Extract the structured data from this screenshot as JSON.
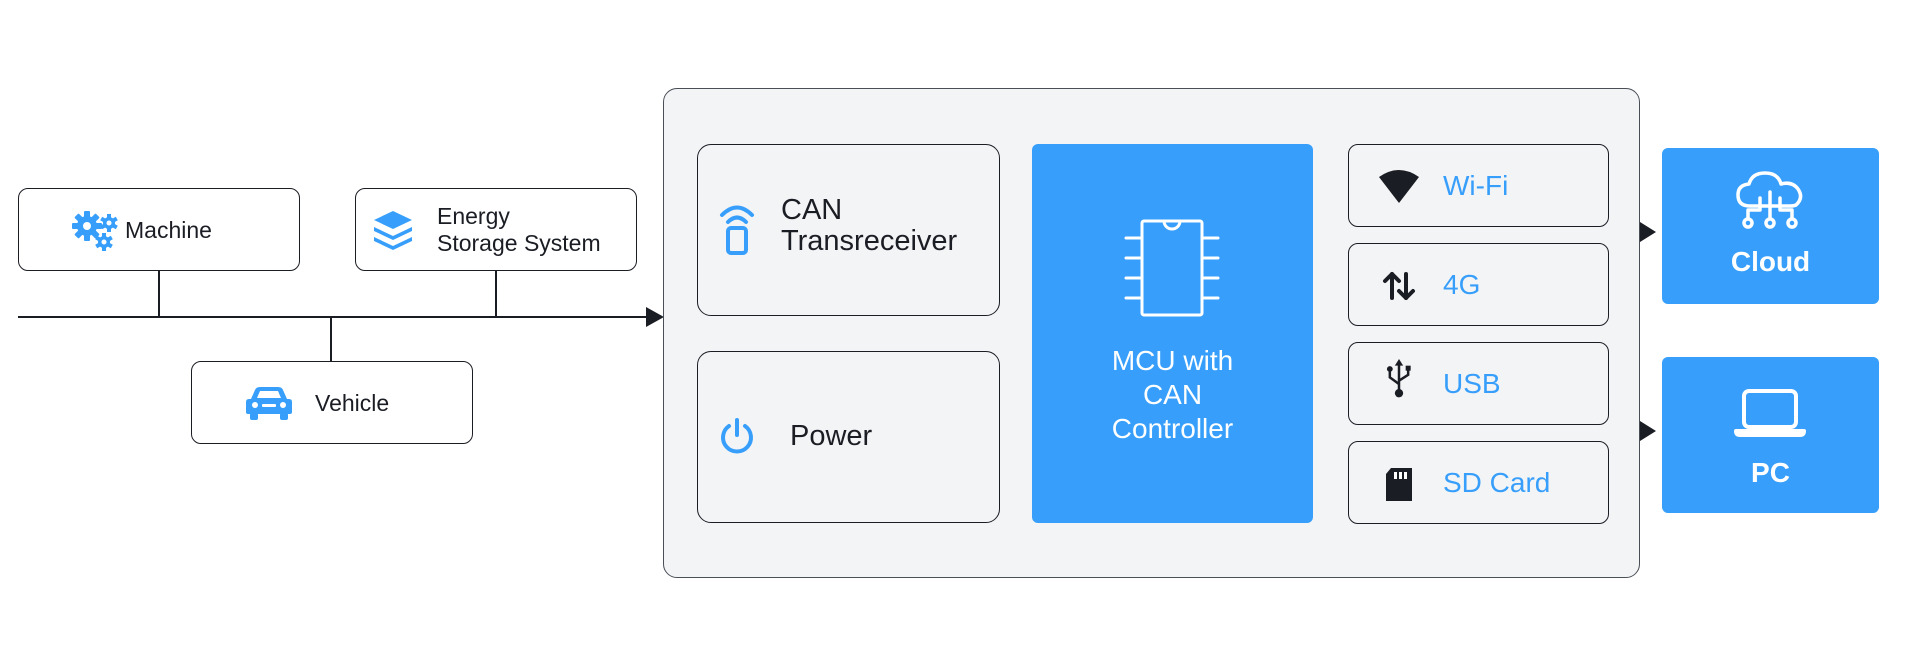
{
  "sources": {
    "machine": "Machine",
    "energy_line1": "Energy",
    "energy_line2": "Storage System",
    "vehicle": "Vehicle"
  },
  "device": {
    "can_line1": "CAN",
    "can_line2": "Transreceiver",
    "power": "Power",
    "mcu": "MCU with\nCAN\nController"
  },
  "interfaces": {
    "wifi": "Wi-Fi",
    "g4": "4G",
    "usb": "USB",
    "sd": "SD Card"
  },
  "destinations": {
    "cloud": "Cloud",
    "pc": "PC"
  },
  "colors": {
    "accent": "#379ffb",
    "panel": "#f3f4f6",
    "stroke": "#1b1d24"
  },
  "icons": {
    "machine": "gears-icon",
    "energy": "layers-icon",
    "vehicle": "car-icon",
    "can": "wireless-transceiver-icon",
    "power": "power-icon",
    "mcu": "chip-icon",
    "wifi": "wifi-icon",
    "g4": "up-down-arrows-icon",
    "usb": "usb-icon",
    "sd": "sd-card-icon",
    "cloud": "cloud-network-icon",
    "pc": "laptop-icon"
  }
}
